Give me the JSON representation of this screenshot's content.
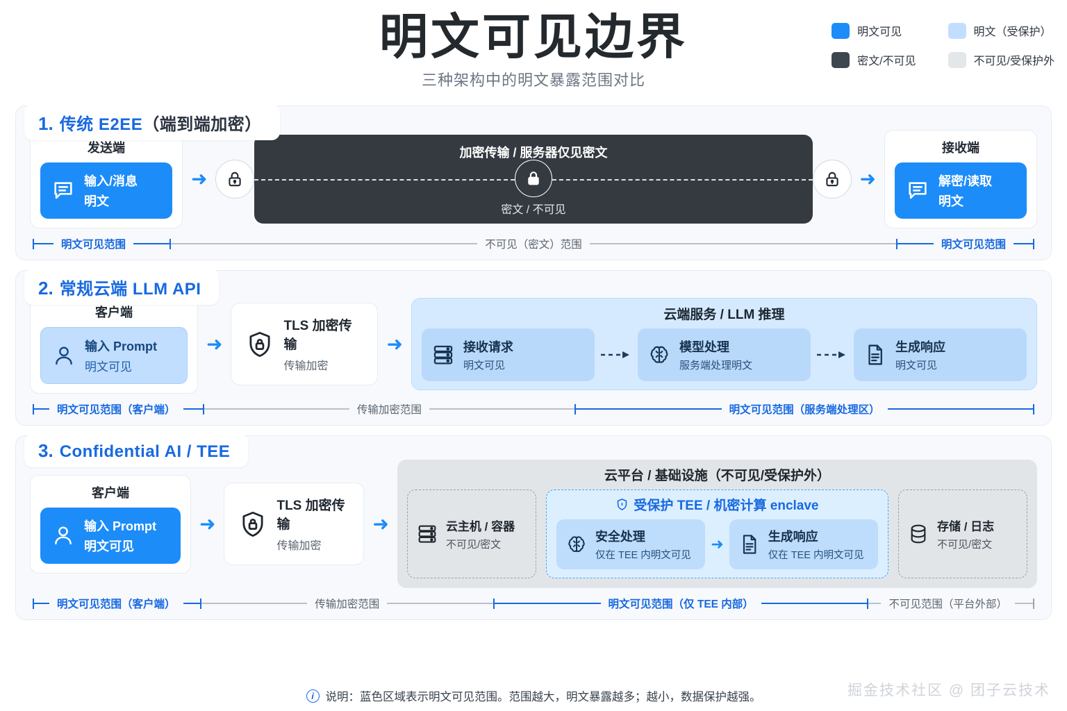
{
  "header": {
    "title": "明文可见边界",
    "subtitle": "三种架构中的明文暴露范围对比",
    "legend": [
      {
        "label": "明文可见",
        "color": "#1c8cf8"
      },
      {
        "label": "明文（受保护）",
        "color": "#c2deff"
      },
      {
        "label": "密文/不可见",
        "color": "#3f474e"
      },
      {
        "label": "不可见/受保护外",
        "color": "#e4e7ea"
      }
    ]
  },
  "sections": [
    {
      "num": "1.",
      "name": "传统 E2EE",
      "paren": "（端到端加密）",
      "sender": {
        "card_title": "发送端",
        "pill_main": "输入/消息",
        "pill_sub": "明文",
        "icon": "chat-bubble-icon"
      },
      "dark": {
        "title": "加密传输 / 服务器仅见密文",
        "lock_label": "密文 / 不可见",
        "icon": "lock-icon"
      },
      "receiver": {
        "card_title": "接收端",
        "pill_main": "解密/读取",
        "pill_sub": "明文",
        "icon": "chat-bubble-icon"
      },
      "ranges": [
        {
          "label": "明文可见范围",
          "tone": "blue"
        },
        {
          "label": "不可见（密文）范围",
          "tone": "gray"
        },
        {
          "label": "明文可见范围",
          "tone": "blue"
        }
      ]
    },
    {
      "num": "2.",
      "name": "常规云端 LLM API",
      "paren": "",
      "client": {
        "card_title": "客户端",
        "pill_main": "输入 Prompt",
        "pill_sub": "明文可见",
        "icon": "user-icon"
      },
      "tls": {
        "main": "TLS 加密传输",
        "sub": "传输加密",
        "icon": "shield-lock-icon"
      },
      "cloud": {
        "title": "云端服务 / LLM 推理",
        "boxes": [
          {
            "main": "接收请求",
            "sub": "明文可见",
            "icon": "server-icon"
          },
          {
            "main": "模型处理",
            "sub": "服务端处理明文",
            "icon": "brain-icon"
          },
          {
            "main": "生成响应",
            "sub": "明文可见",
            "icon": "document-icon"
          }
        ]
      },
      "ranges": [
        {
          "label": "明文可见范围（客户端）",
          "tone": "blue"
        },
        {
          "label": "传输加密范围",
          "tone": "gray"
        },
        {
          "label": "明文可见范围（服务端处理区）",
          "tone": "blue"
        }
      ]
    },
    {
      "num": "3.",
      "name": "Confidential AI / TEE",
      "paren": "",
      "client": {
        "card_title": "客户端",
        "pill_main": "输入 Prompt",
        "pill_sub": "明文可见",
        "icon": "user-icon"
      },
      "tls": {
        "main": "TLS 加密传输",
        "sub": "传输加密",
        "icon": "shield-lock-icon"
      },
      "platform": {
        "title": "云平台 / 基础设施（不可见/受保护外）",
        "left_box": {
          "main": "云主机 / 容器",
          "sub": "不可见/密文",
          "icon": "server-icon"
        },
        "right_box": {
          "main": "存储 / 日志",
          "sub": "不可见/密文",
          "icon": "database-icon"
        },
        "enclave": {
          "title": "受保护 TEE / 机密计算 enclave",
          "icon": "shield-icon",
          "boxes": [
            {
              "main": "安全处理",
              "sub": "仅在 TEE 内明文可见",
              "icon": "brain-icon"
            },
            {
              "main": "生成响应",
              "sub": "仅在 TEE 内明文可见",
              "icon": "document-icon"
            }
          ]
        }
      },
      "ranges": [
        {
          "label": "明文可见范围（客户端）",
          "tone": "blue"
        },
        {
          "label": "传输加密范围",
          "tone": "gray"
        },
        {
          "label": "明文可见范围（仅 TEE 内部）",
          "tone": "blue"
        },
        {
          "label": "不可见范围（平台外部）",
          "tone": "gray"
        }
      ]
    }
  ],
  "footer": {
    "note": "说明：蓝色区域表示明文可见范围。范围越大，明文暴露越多；越小，数据保护越强。",
    "info_glyph": "i",
    "watermark": "掘金技术社区 @ 团子云技术"
  },
  "glyphs": {
    "arrow": "➜",
    "arrow_small": "➜"
  }
}
